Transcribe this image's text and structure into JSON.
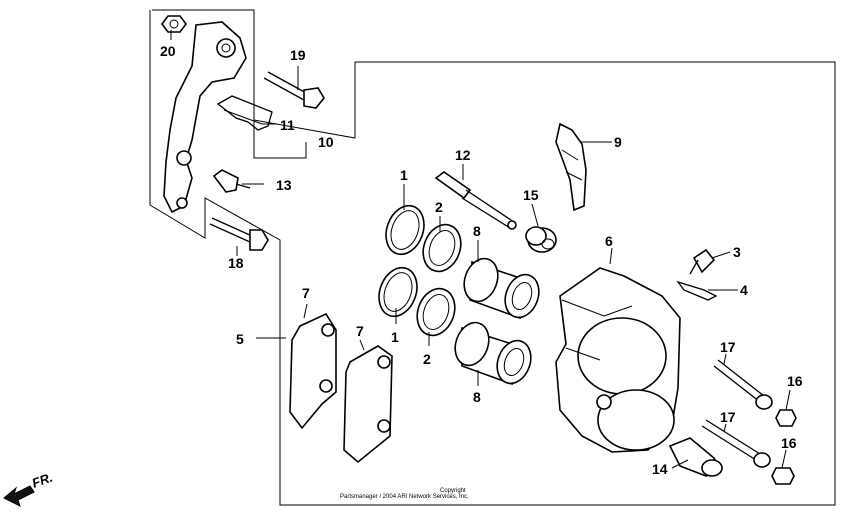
{
  "callouts": [
    {
      "id": "c1a",
      "text": "1"
    },
    {
      "id": "c1b",
      "text": "1"
    },
    {
      "id": "c2a",
      "text": "2"
    },
    {
      "id": "c2b",
      "text": "2"
    },
    {
      "id": "c3",
      "text": "3"
    },
    {
      "id": "c4",
      "text": "4"
    },
    {
      "id": "c5",
      "text": "5"
    },
    {
      "id": "c6",
      "text": "6"
    },
    {
      "id": "c7a",
      "text": "7"
    },
    {
      "id": "c7b",
      "text": "7"
    },
    {
      "id": "c8a",
      "text": "8"
    },
    {
      "id": "c8b",
      "text": "8"
    },
    {
      "id": "c9",
      "text": "9"
    },
    {
      "id": "c10",
      "text": "10"
    },
    {
      "id": "c11",
      "text": "11"
    },
    {
      "id": "c12",
      "text": "12"
    },
    {
      "id": "c13",
      "text": "13"
    },
    {
      "id": "c14",
      "text": "14"
    },
    {
      "id": "c15",
      "text": "15"
    },
    {
      "id": "c16a",
      "text": "16"
    },
    {
      "id": "c16b",
      "text": "16"
    },
    {
      "id": "c17a",
      "text": "17"
    },
    {
      "id": "c17b",
      "text": "17"
    },
    {
      "id": "c18",
      "text": "18"
    },
    {
      "id": "c19",
      "text": "19"
    },
    {
      "id": "c20",
      "text": "20"
    }
  ],
  "direction_label": "FR.",
  "copyright_lines": [
    "Copyright",
    "Partsmanager / 2004 ARI Network Services, Inc."
  ]
}
